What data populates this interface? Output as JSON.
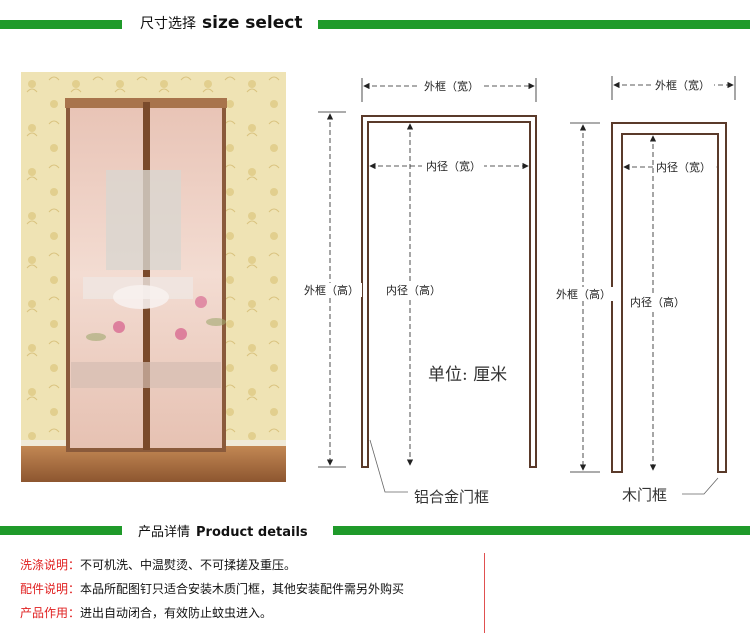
{
  "size_section": {
    "title_cn": "尺寸选择",
    "title_en": "size select"
  },
  "product_section": {
    "title_cn": "产品详情",
    "title_en": "Product details"
  },
  "diagram_left": {
    "outer_width": "外框（宽）",
    "inner_width": "内径（宽）",
    "outer_height": "外框（高）",
    "inner_height": "内径（高）",
    "unit": "单位: 厘米",
    "caption": "铝合金门框"
  },
  "diagram_right": {
    "outer_width": "外框（宽）",
    "inner_width": "内径（宽）",
    "outer_height": "外框（高）",
    "inner_height": "内径（高）",
    "caption": "木门框"
  },
  "details": [
    {
      "label": "洗涤说明：",
      "text": "不可机洗、中温熨烫、不可揉搓及重压。"
    },
    {
      "label": "配件说明：",
      "text": "本品所配图钉只适合安装木质门框，其他安装配件需另外购买"
    },
    {
      "label": "产品作用：",
      "text": "进出自动闭合，有效防止蚊虫进入。"
    }
  ],
  "colors": {
    "accent_green": "#1f9a2a",
    "label_red": "#e02020",
    "frame": "#5a3a2a"
  }
}
